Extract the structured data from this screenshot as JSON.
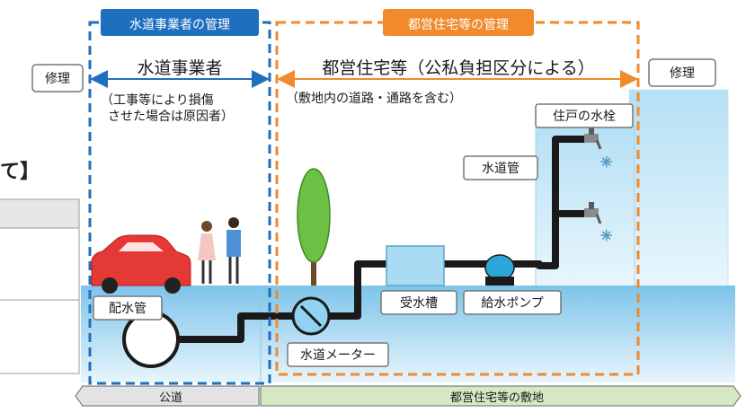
{
  "zones": {
    "water_utility": {
      "header": "水道事業者の管理",
      "range_label": "水道事業者",
      "note_line1": "（工事等により損傷",
      "note_line2": "させた場合は原因者）",
      "color": "#1f6fbf"
    },
    "metro_housing": {
      "header": "都営住宅等の管理",
      "range_label": "都営住宅等（公私負担区分による）",
      "note": "（敷地内の道路・通路を含む）",
      "color": "#f08a2c"
    }
  },
  "repair_left": "修理",
  "repair_right": "修理",
  "partial_heading": "て】",
  "labels": {
    "faucet": "住戸の水栓",
    "pipe": "水道管",
    "distribution_main": "配水管",
    "meter": "水道メーター",
    "tank": "受水槽",
    "pump": "給水ポンプ"
  },
  "ground": {
    "public_road": "公道",
    "housing_site": "都営住宅等の敷地"
  },
  "colors": {
    "pipe": "#1a1a1a",
    "water": "#bfe0f3",
    "road_bar": "#e3e3e3",
    "site_bar": "#d6e8c2",
    "car": "#e53935",
    "tree": "#6cc043"
  }
}
